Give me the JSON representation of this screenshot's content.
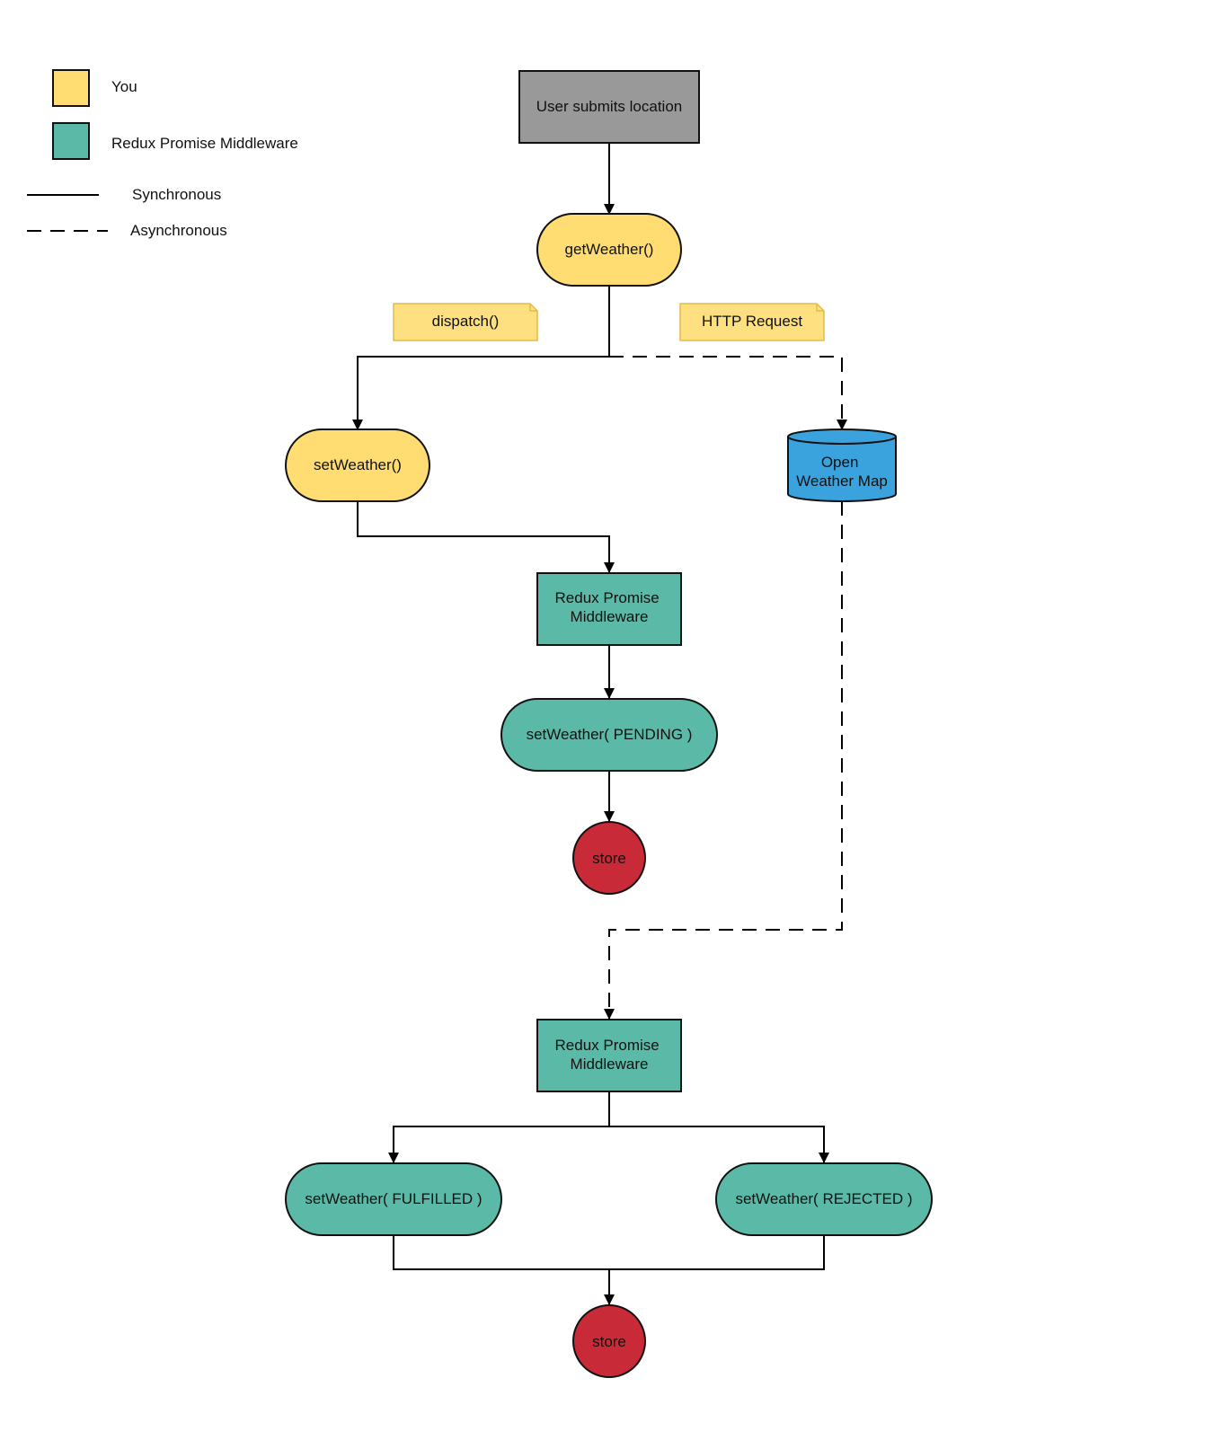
{
  "colors": {
    "you": "#ffdd72",
    "middleware": "#5bbaa7",
    "trigger": "#999999",
    "api": "#3aa3dd",
    "store": "#c92a37",
    "note": "#ffe080"
  },
  "legend": {
    "you_label": "You",
    "middleware_label": "Redux Promise Middleware",
    "sync_label": "Synchronous",
    "async_label": "Asynchronous"
  },
  "nodes": {
    "user_submits": "User submits location",
    "get_weather": "getWeather()",
    "set_weather": "setWeather()",
    "open_weather_map": [
      "Open",
      "Weather Map"
    ],
    "middleware_1": [
      "Redux Promise",
      "Middleware"
    ],
    "pending": "setWeather( PENDING )",
    "store_1": "store",
    "middleware_2": [
      "Redux Promise",
      "Middleware"
    ],
    "fulfilled": "setWeather( FULFILLED )",
    "rejected": "setWeather( REJECTED )",
    "store_2": "store"
  },
  "notes": {
    "dispatch": "dispatch()",
    "http_request": "HTTP Request"
  }
}
